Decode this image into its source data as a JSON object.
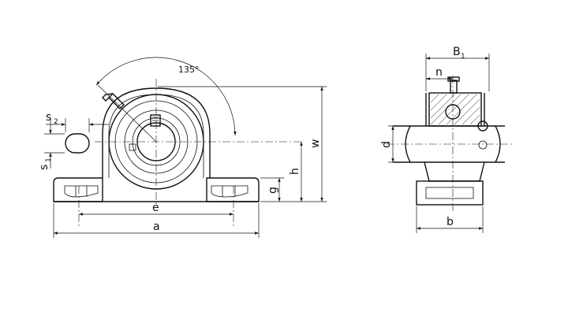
{
  "diagram": {
    "type": "pillow block bearing dimension drawing",
    "views": [
      "front-view",
      "side-view"
    ],
    "angle_label": "135°",
    "dimensions": {
      "a": "a",
      "e": "e",
      "w": "w",
      "h": "h",
      "g": "g",
      "s1_base": "s",
      "s1_sub": "1",
      "s2_base": "s",
      "s2_sub": "2",
      "B1_base": "B",
      "B1_sub": "1",
      "n": "n",
      "d": "d",
      "b": "b"
    }
  }
}
